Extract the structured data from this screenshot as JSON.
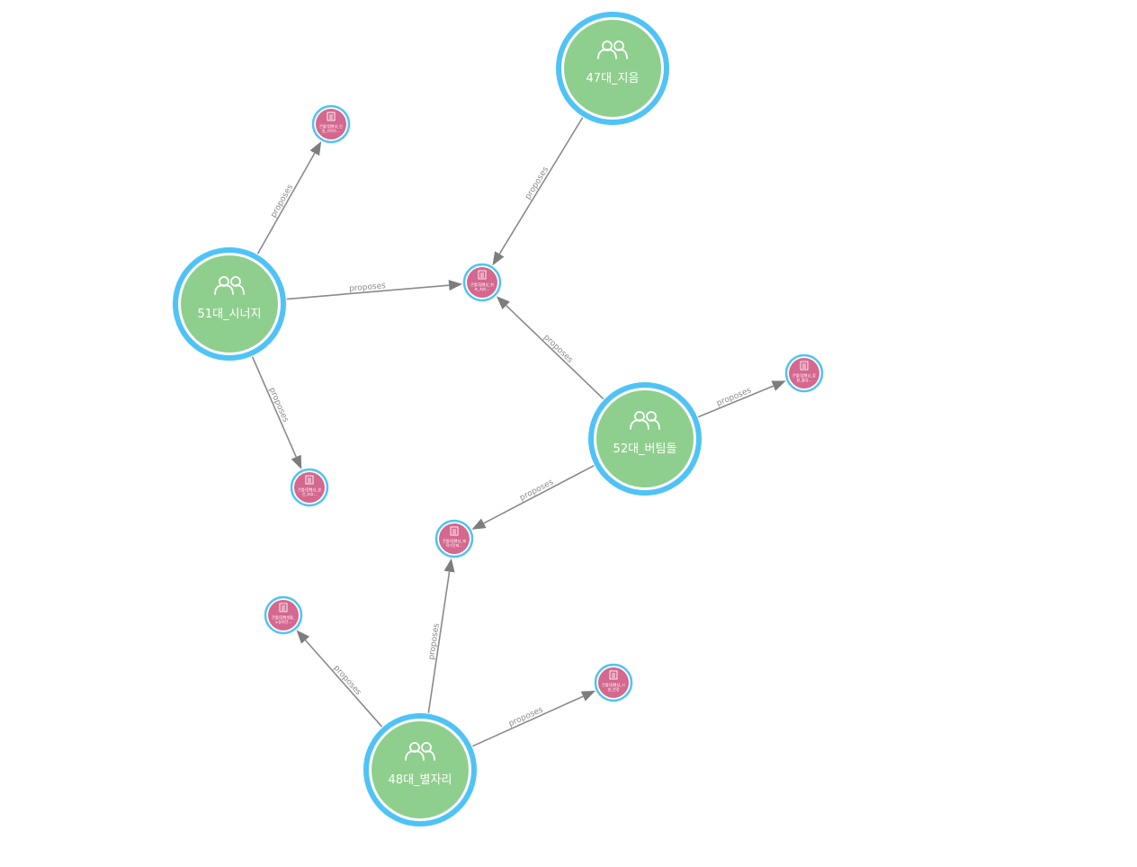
{
  "edge_label": "proposes",
  "colors": {
    "group_fill": "#8ecf8e",
    "group_ring": "#4fc3f7",
    "doc_fill": "#d4688f",
    "edge": "#8a8a8a"
  },
  "groups": [
    {
      "id": "g47",
      "label": "47대_지음",
      "icon": "users-icon"
    },
    {
      "id": "g51",
      "label": "51대_시너지",
      "icon": "users-icon"
    },
    {
      "id": "g52",
      "label": "52대_버팀돌",
      "icon": "users-icon"
    },
    {
      "id": "g48",
      "label": "48대_별자리",
      "icon": "users-icon"
    }
  ],
  "docs": [
    {
      "id": "d1",
      "line1": "큰틀(협행성_인",
      "line2": "권_가이드…",
      "icon": "document-icon"
    },
    {
      "id": "d2",
      "line1": "큰틀(협행성_위",
      "line2": "프_처리…",
      "icon": "document-icon"
    },
    {
      "id": "d3",
      "line1": "큰틀(협행성_참",
      "line2": "원_활성…",
      "icon": "document-icon"
    },
    {
      "id": "d4",
      "line1": "큰틀(협행성_생",
      "line2": "견_보호…",
      "icon": "document-icon"
    },
    {
      "id": "d5",
      "line1": "큰틀(협행성_재",
      "line2": "학기간제…",
      "icon": "document-icon"
    },
    {
      "id": "d6",
      "line1": "큰틀(협행생활_",
      "line2": "노동여건…",
      "icon": "document-icon"
    },
    {
      "id": "d7",
      "line1": "큰틀(협행성_시",
      "line2": "설_안정",
      "icon": "document-icon"
    }
  ],
  "edges": [
    {
      "from": "g47",
      "to": "d2"
    },
    {
      "from": "g51",
      "to": "d1"
    },
    {
      "from": "g51",
      "to": "d2"
    },
    {
      "from": "g51",
      "to": "d4"
    },
    {
      "from": "g52",
      "to": "d2"
    },
    {
      "from": "g52",
      "to": "d3"
    },
    {
      "from": "g52",
      "to": "d5"
    },
    {
      "from": "g48",
      "to": "d5"
    },
    {
      "from": "g48",
      "to": "d6"
    },
    {
      "from": "g48",
      "to": "d7"
    }
  ]
}
